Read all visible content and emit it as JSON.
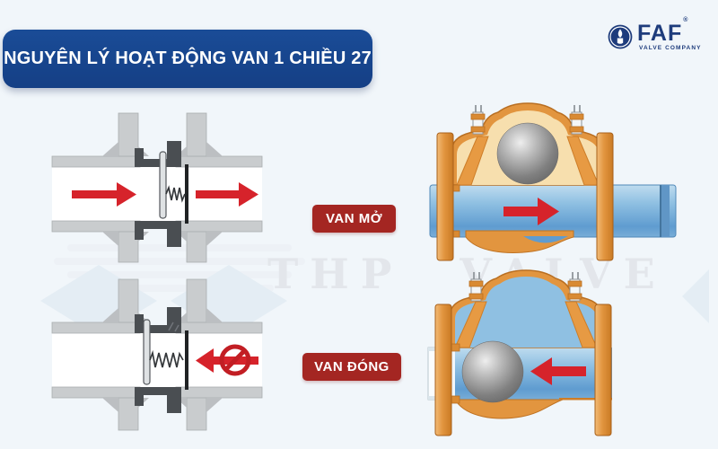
{
  "page": {
    "background_color": "#f1f6fa"
  },
  "header": {
    "title": "NGUYÊN LÝ HOẠT ĐỘNG VAN 1 CHIỀU 27",
    "banner_color": "#16458f",
    "text_color": "#ffffff"
  },
  "logo": {
    "name": "FAF",
    "registered_mark": "®",
    "subtitle": "VALVE COMPANY",
    "color": "#1e3c7c",
    "icon": "valve-in-circle-icon"
  },
  "labels": {
    "open": "VAN MỞ",
    "closed": "VAN ĐÓNG",
    "badge_color": "#a42622",
    "text_color": "#ffffff"
  },
  "watermark": {
    "text": "THP VALVE",
    "color": "#e3e6eb"
  },
  "diagrams": {
    "left_top": {
      "name": "spring-check-valve-cross-section",
      "state": "open",
      "flow": "arrows point right"
    },
    "left_bottom": {
      "name": "spring-check-valve-cross-section",
      "state": "closed",
      "flow": "left arrow with prohibition symbol"
    },
    "right_top": {
      "name": "ball-check-valve-cutaway",
      "state": "open",
      "flow": "arrow points right"
    },
    "right_bottom": {
      "name": "ball-check-valve-cutaway",
      "state": "closed",
      "flow": "arrow points left, ball blocks inlet"
    },
    "arrow_color": "#d6232b",
    "body_color": "#e2953f",
    "water_color": "#6aa6d6",
    "ball_color": "#8a8a8a",
    "steel_color": "#c9ccce"
  }
}
